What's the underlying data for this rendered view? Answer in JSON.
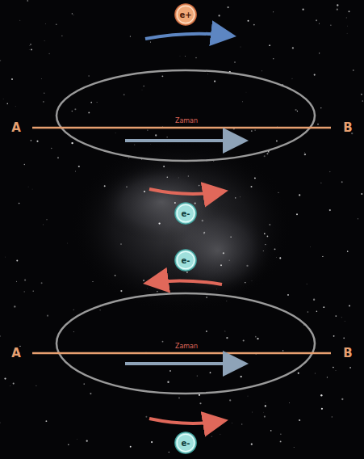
{
  "diagram": {
    "nodes": [
      {
        "text": [
          "e+"
        ]
      },
      {
        "text": [
          "e-"
        ]
      },
      {
        "text": [
          "e-"
        ]
      },
      {
        "text": [
          "e-"
        ]
      }
    ],
    "labels": [
      "A",
      "Zaman",
      "B",
      "A",
      "Zaman",
      "B"
    ]
  }
}
